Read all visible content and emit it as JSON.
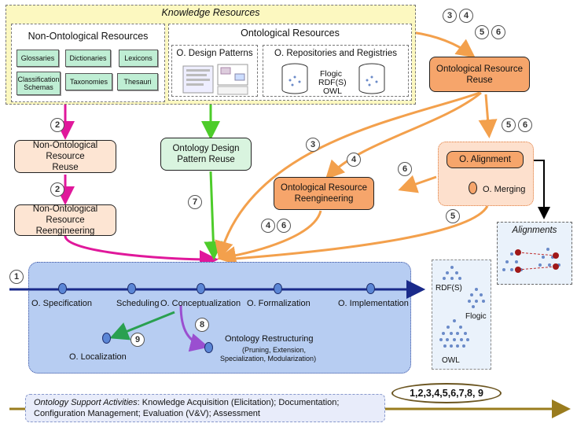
{
  "knowledge_resources": {
    "title": "Knowledge Resources",
    "non_ontological": {
      "title": "Non-Ontological Resources",
      "items": [
        "Glossaries",
        "Dictionaries",
        "Lexicons",
        "Classification Schemas",
        "Taxonomies",
        "Thesauri"
      ]
    },
    "ontological": {
      "title": "Ontological Resources",
      "design_patterns": "O. Design Patterns",
      "repositories": "O. Repositories and Registries",
      "formats": [
        "Flogic",
        "RDF(S)",
        "OWL"
      ]
    }
  },
  "processes": {
    "non_onto_reuse": [
      "Non-Ontological Resource",
      "Reuse"
    ],
    "non_onto_reeng": [
      "Non-Ontological Resource",
      "Reengineering"
    ],
    "odp_reuse": [
      "Ontology Design",
      "Pattern Reuse"
    ],
    "onto_reuse": [
      "Ontological Resource",
      "Reuse"
    ],
    "onto_reeng": [
      "Ontological Resource",
      "Reengineering"
    ],
    "alignment": "O. Alignment",
    "merging": "O. Merging"
  },
  "numbers": {
    "n1": "1",
    "n2a": "2",
    "n2b": "2",
    "n3top": "3",
    "n4top": "4",
    "n5top": "5",
    "n6top": "6",
    "n3mid": "3",
    "n4mid": "4",
    "n5mid": "5",
    "n6mid": "6",
    "n6left": "6",
    "n4low": "4",
    "n6low": "6",
    "n5low": "5",
    "n7": "7",
    "n8": "8",
    "n9": "9"
  },
  "main": {
    "activities": [
      "O. Specification",
      "Scheduling",
      "O. Conceptualization",
      "O. Formalization",
      "O. Implementation"
    ],
    "localization": "O. Localization",
    "restructuring_title": "Ontology Restructuring",
    "restructuring_sub": [
      "(Pruning, Extension,",
      "Specialization, Modularization)"
    ]
  },
  "alignments_title": "Alignments",
  "languages": [
    "RDF(S)",
    "Flogic",
    "OWL"
  ],
  "support": {
    "heading": "Ontology Support Activities",
    "line1": ": Knowledge Acquisition (Elicitation); Documentation;",
    "line2": "Configuration Management; Evaluation (V&V); Assessment"
  },
  "all_numbers": "1,2,3,4,5,6,7,8, 9",
  "colors": {
    "magenta": "#e0189b",
    "green": "#4dcc2a",
    "orange": "#f3a04c",
    "purple": "#9a4fd0",
    "navy": "#1a2a8a",
    "olive": "#9a7c1e"
  }
}
